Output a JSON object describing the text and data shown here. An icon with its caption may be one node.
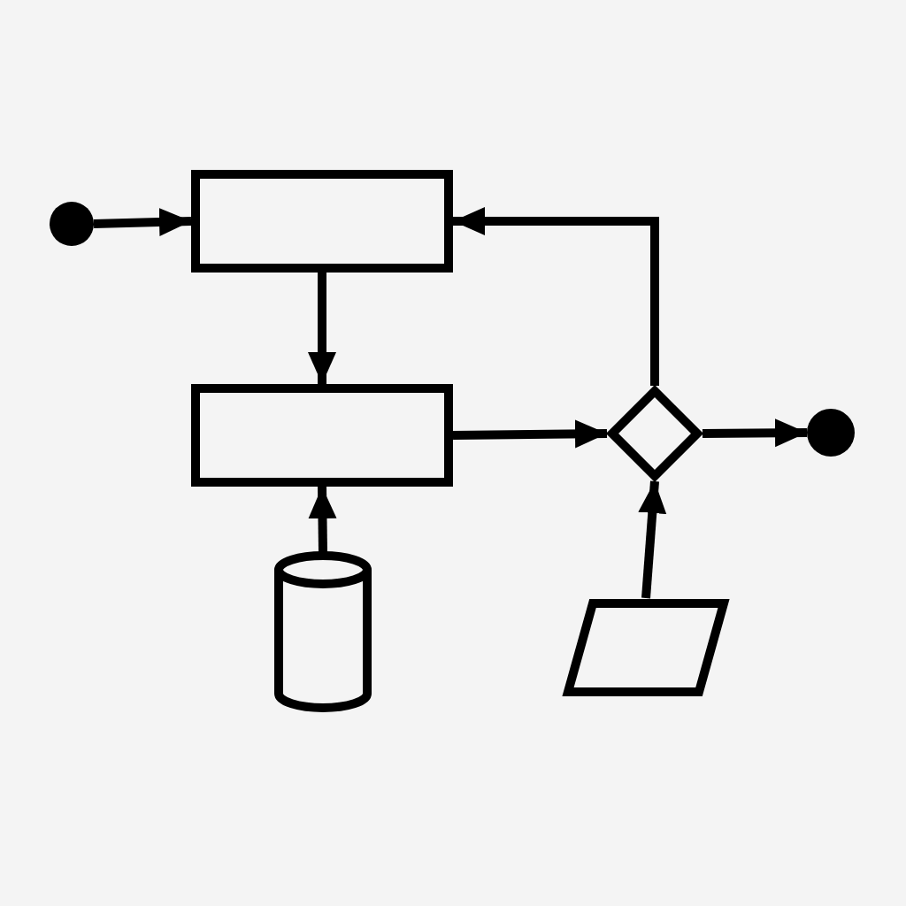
{
  "diagram": {
    "nodes": [
      {
        "text": [],
        "shape": "circle"
      },
      {
        "text": [],
        "shape": "box"
      },
      {
        "text": [],
        "shape": "box"
      },
      {
        "text": [],
        "shape": "diamond"
      },
      {
        "text": [],
        "shape": "circle"
      },
      {
        "text": [],
        "shape": "cylinder"
      },
      {
        "text": [],
        "shape": "parallelogram"
      }
    ],
    "edges": [
      {
        "from": 0,
        "to": 1,
        "arrow": "to"
      },
      {
        "from": 1,
        "to": 2,
        "arrow": "to"
      },
      {
        "from": 2,
        "to": 3,
        "arrow": "to"
      },
      {
        "from": 3,
        "to": 1,
        "arrow": "to"
      },
      {
        "from": 3,
        "to": 4,
        "arrow": "to"
      },
      {
        "from": 5,
        "to": 2,
        "arrow": "to"
      },
      {
        "from": 6,
        "to": 3,
        "arrow": "to"
      }
    ]
  }
}
